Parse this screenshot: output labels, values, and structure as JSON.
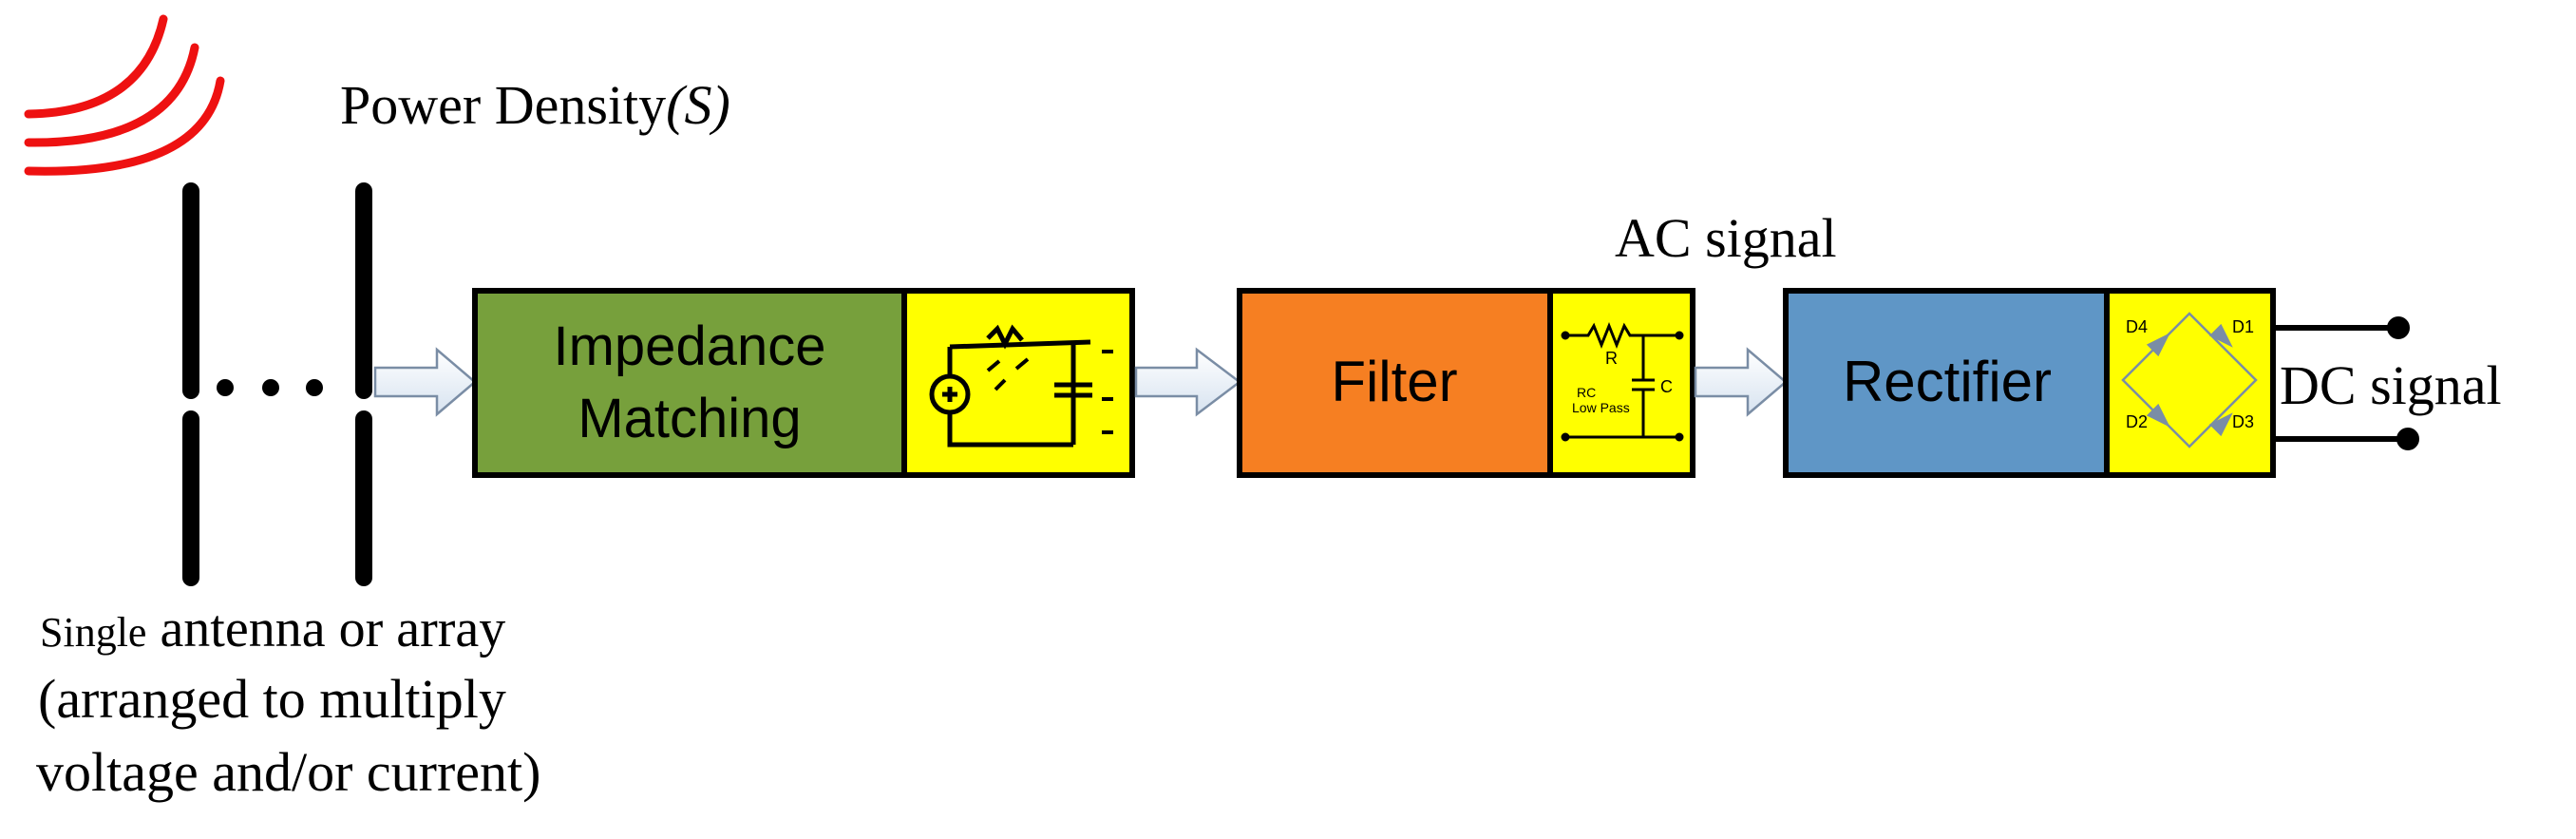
{
  "title": "",
  "power_density": {
    "prefix": "Power Density",
    "symbol": "(S)"
  },
  "antenna_caption": {
    "line1_small": "Single",
    "line1_rest": " antenna or array",
    "line2": "(arranged to multiply",
    "line3": "voltage and/or current)"
  },
  "blocks": {
    "impedance": {
      "line1": "Impedance",
      "line2": "Matching",
      "color": "#77a03c"
    },
    "filter": {
      "label": "Filter",
      "color": "#f67f22",
      "inset_r": "R",
      "inset_c": "C",
      "inset_rc": "RC",
      "inset_lp": "Low Pass"
    },
    "rectifier": {
      "label": "Rectifier",
      "color": "#5f96c6",
      "diodes": [
        "D4",
        "D1",
        "D2",
        "D3"
      ]
    }
  },
  "inset_color": "#ffff00",
  "ac_signal": "AC signal",
  "dc_signal": "DC signal",
  "wave_color": "#ee1111"
}
